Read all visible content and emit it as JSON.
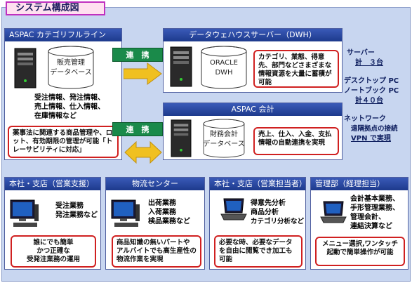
{
  "title": "システム構成図",
  "aspac_line": {
    "header": "ASPAC カテゴリフルライン",
    "db_label": [
      "販売管理",
      "データベース"
    ],
    "functions": [
      "受注情報、発注情報、",
      "売上情報、仕入情報、",
      "在庫情報など"
    ],
    "note": "薬事法に関連する商品管理や、ロット、有効期限の管理が可能「トレーサビリティに対応」"
  },
  "dwh": {
    "header": "データウェハウスサーバー（DWH）",
    "db_label": [
      "ORACLE",
      "DWH"
    ],
    "note": "カテゴリ、業態、得意先、部門などさまざまな情報資源を大量に蓄積が可能"
  },
  "kaikei": {
    "header": "ASPAC 会計",
    "db_label": [
      "財務会計",
      "データベース"
    ],
    "note": "売上、仕入、入金、支払情報の自動連携を実現"
  },
  "links": {
    "top": "連　携",
    "bottom": "連　携"
  },
  "side_info": {
    "server_label": "サーバー",
    "server_count": "計　３台",
    "desktop_label": "デスクトップ PC",
    "notebook_label": "ノートブック PC",
    "pc_count": "計４０台",
    "network_label": "ネットワーク",
    "network_line1": "遠隔拠点の接続",
    "network_line2": "VPN で実現"
  },
  "bottom_panels": [
    {
      "header": "本社・支店（営業支援）",
      "items": [
        "受注業務",
        "発注業務など"
      ],
      "note": "誰にでも簡単\nかつ正確な\n受発注業務の運用"
    },
    {
      "header": "物流センター",
      "items": [
        "出荷業務",
        "入荷業務",
        "検品業務など"
      ],
      "note": "商品知識の無いパートやアルバイトでも高生産性の物流作業を実現"
    },
    {
      "header": "本社・支店（営業担当者）",
      "items": [
        "得意先分析",
        "商品分析",
        "カテゴリ分析など"
      ],
      "note": "必要な時、必要なデータを自由に閲覧でき加工も可能"
    },
    {
      "header": "管理部（経理担当）",
      "items": [
        "会計基本業務、",
        "手形管理業務、",
        "管理会計、",
        "連結決算など"
      ],
      "note": "メニュー選択,ワンタッチ起動で簡単操作が可能"
    }
  ],
  "colors": {
    "frame": "#c8d6f0",
    "header": "#1d3a8c",
    "note_border": "#d02020",
    "link": "#1a8a4a",
    "arrow": "#f0c020"
  }
}
